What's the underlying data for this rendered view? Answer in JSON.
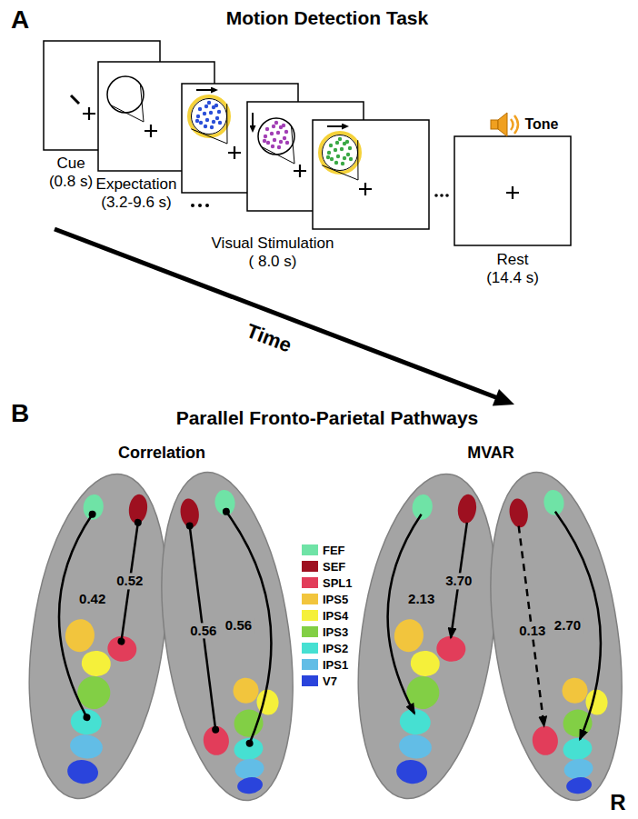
{
  "diagram": {
    "nodes": [
      {
        "text": [
          "Cue (0.8 s)"
        ]
      },
      {
        "text": [
          "Expectation (3.2-9.6 s)"
        ]
      },
      {
        "text": [
          "Visual Stimulation ( 8.0 s)"
        ]
      },
      {
        "text": [
          "Rest (14.4 s)"
        ]
      }
    ],
    "labels": [
      "A",
      "Motion Detection Task",
      "Tone",
      "Time",
      "B",
      "Parallel Fronto-Parietal Pathways",
      "Correlation",
      "MVAR",
      "0.42",
      "0.52",
      "0.56",
      "0.56",
      "2.13",
      "3.70",
      "0.13",
      "2.70",
      "R"
    ],
    "legend": [
      {
        "text": "FEF",
        "color": "#6fe3a6"
      },
      {
        "text": "SEF",
        "color": "#9e1020"
      },
      {
        "text": "SPL1",
        "color": "#e23d5a"
      },
      {
        "text": "IPS5",
        "color": "#f2c53d"
      },
      {
        "text": "IPS4",
        "color": "#f5f03a"
      },
      {
        "text": "IPS3",
        "color": "#82cf45"
      },
      {
        "text": "IPS2",
        "color": "#46e0d2"
      },
      {
        "text": "IPS1",
        "color": "#62bde6"
      },
      {
        "text": "V7",
        "color": "#2a44dc"
      }
    ]
  }
}
